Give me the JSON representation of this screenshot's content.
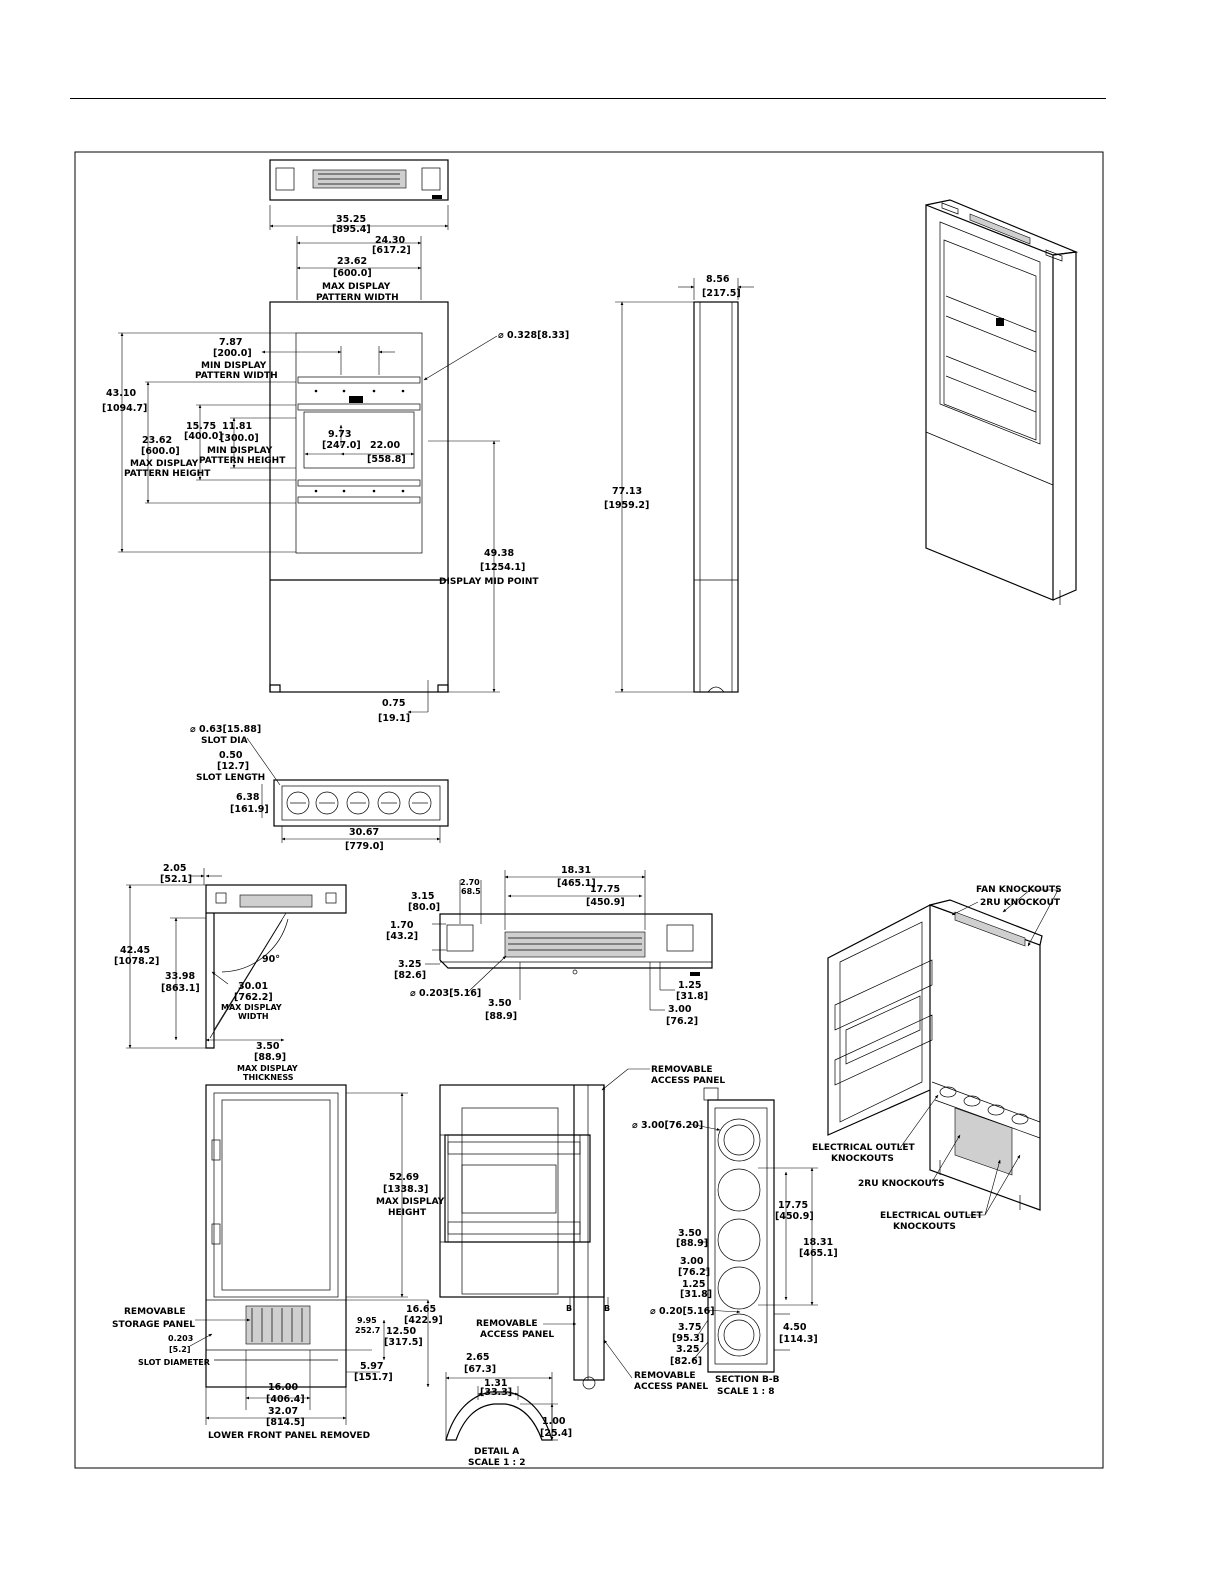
{
  "top_view": {
    "overall_width": "35.25",
    "overall_width_mm": "[895.4]",
    "width_2": "24.30",
    "width_2_mm": "[617.2]",
    "max_pattern_width": "23.62",
    "max_pattern_width_mm": "[600.0]",
    "max_pattern_width_label": [
      "MAX DISPLAY",
      "PATTERN WIDTH"
    ]
  },
  "front_view": {
    "min_pattern_width": "7.87",
    "min_pattern_width_mm": "[200.0]",
    "min_pattern_width_label": [
      "MIN DISPLAY",
      "PATTERN WIDTH"
    ],
    "hole_dia": "0.328",
    "hole_dia_mm": "[8.33]",
    "height_43": "43.10",
    "height_43_mm": "[1094.7]",
    "max_pattern_height": "23.62",
    "max_pattern_height_mm": "[600.0]",
    "max_pattern_height_label": [
      "MAX DISPLAY",
      "PATTERN HEIGHT"
    ],
    "h_1575": "15.75",
    "h_1575_mm": "[400.0]",
    "min_pattern_height": "11.81",
    "min_pattern_height_mm": "[300.0]",
    "min_pattern_height_label": [
      "MIN DISPLAY",
      "PATTERN HEIGHT"
    ],
    "w_973": "9.73",
    "w_973_mm": "[247.0]",
    "w_2200": "22.00",
    "w_2200_mm": "[558.8]",
    "midpoint": "49.38",
    "midpoint_mm": "[1254.1]",
    "midpoint_label": "DISPLAY MID POINT",
    "foot": "0.75",
    "foot_mm": "[19.1]"
  },
  "side_view": {
    "depth": "8.56",
    "depth_mm": "[217.5]",
    "height": "77.13",
    "height_mm": "[1959.2]"
  },
  "bottom_view": {
    "slot_dia": "0.63",
    "slot_dia_mm": "[15.88]",
    "slot_dia_label": "SLOT DIA",
    "slot_len": "0.50",
    "slot_len_mm": "[12.7]",
    "slot_len_label": "SLOT LENGTH",
    "d_638": "6.38",
    "d_638_mm": "[161.9]",
    "width": "30.67",
    "width_mm": "[779.0]"
  },
  "door_view": {
    "d_205": "2.05",
    "d_205_mm": "[52.1]",
    "h_4245": "42.45",
    "h_4245_mm": "[1078.2]",
    "h_3398": "33.98",
    "h_3398_mm": "[863.1]",
    "angle": "90°",
    "max_w": "30.01",
    "max_w_mm": "[762.2]",
    "max_w_label": [
      "MAX DISPLAY",
      "WIDTH"
    ],
    "thick": "3.50",
    "thick_mm": "[88.9]",
    "thick_label": [
      "MAX DISPLAY",
      "THICKNESS"
    ]
  },
  "top_panel": {
    "d_1831": "18.31",
    "d_1831_mm": "[465.1]",
    "d_1775": "17.75",
    "d_1775_mm": "[450.9]",
    "d_270": "2.70",
    "d_270_mm": "68.5",
    "d_315": "3.15",
    "d_315_mm": "[80.0]",
    "d_170": "1.70",
    "d_170_mm": "[43.2]",
    "d_325": "3.25",
    "d_325_mm": "[82.6]",
    "hole": "0.203",
    "hole_mm": "[5.16]",
    "d_350": "3.50",
    "d_350_mm": "[88.9]",
    "d_125": "1.25",
    "d_125_mm": "[31.8]",
    "d_300": "3.00",
    "d_300_mm": "[76.2]"
  },
  "lower_view": {
    "h_5269": "52.69",
    "h_5269_mm": "[1338.3]",
    "h_label": [
      "MAX DISPLAY",
      "HEIGHT"
    ],
    "storage": [
      "REMOVABLE",
      "STORAGE PANEL"
    ],
    "slot": "0.203",
    "slot_mm": "[5.2]",
    "slot_label": "SLOT DIAMETER",
    "d_995": "9.95",
    "d_995_mm": "252.7",
    "d_1665": "16.65",
    "d_1665_mm": "[422.9]",
    "d_1250": "12.50",
    "d_1250_mm": "[317.5]",
    "d_597": "5.97",
    "d_597_mm": "[151.7]",
    "d_1600": "16.00",
    "d_1600_mm": "[406.4]",
    "d_3207": "32.07",
    "d_3207_mm": "[814.5]",
    "caption": "LOWER FRONT PANEL REMOVED"
  },
  "access_view": {
    "top_label": [
      "REMOVABLE",
      "ACCESS PANEL"
    ],
    "mid_label": [
      "REMOVABLE",
      "ACCESS PANEL"
    ],
    "bot_label": [
      "REMOVABLE",
      "ACCESS PANEL"
    ],
    "section_marker": "B"
  },
  "detail_a": {
    "d_265": "2.65",
    "d_265_mm": "[67.3]",
    "d_131": "1.31",
    "d_131_mm": "[33.3]",
    "d_100": "1.00",
    "d_100_mm": "[25.4]",
    "caption": [
      "DETAIL A",
      "SCALE 1 : 2"
    ]
  },
  "section_bb": {
    "hole": "3.00",
    "hole_mm": "[76.20]",
    "d_1775": "17.75",
    "d_1775_mm": "[450.9]",
    "d_1831": "18.31",
    "d_1831_mm": "[465.1]",
    "d_350": "3.50",
    "d_350_mm": "[88.9]",
    "d_300": "3.00",
    "d_300_mm": "[76.2]",
    "d_125": "1.25",
    "d_125_mm": "[31.8]",
    "small": "0.20",
    "small_mm": "[5.16]",
    "d_375": "3.75",
    "d_375_mm": "[95.3]",
    "d_325": "3.25",
    "d_325_mm": "[82.6]",
    "d_450": "4.50",
    "d_450_mm": "[114.3]",
    "caption": [
      "SECTION B-B",
      "SCALE 1 : 8"
    ]
  },
  "iso_open": {
    "fan": "FAN KNOCKOUTS",
    "ru_top": "2RU KNOCKOUT",
    "elec1": [
      "ELECTRICAL OUTLET",
      "KNOCKOUTS"
    ],
    "ru_bot": "2RU KNOCKOUTS",
    "elec2": [
      "ELECTRICAL OUTLET",
      "KNOCKOUTS"
    ]
  }
}
